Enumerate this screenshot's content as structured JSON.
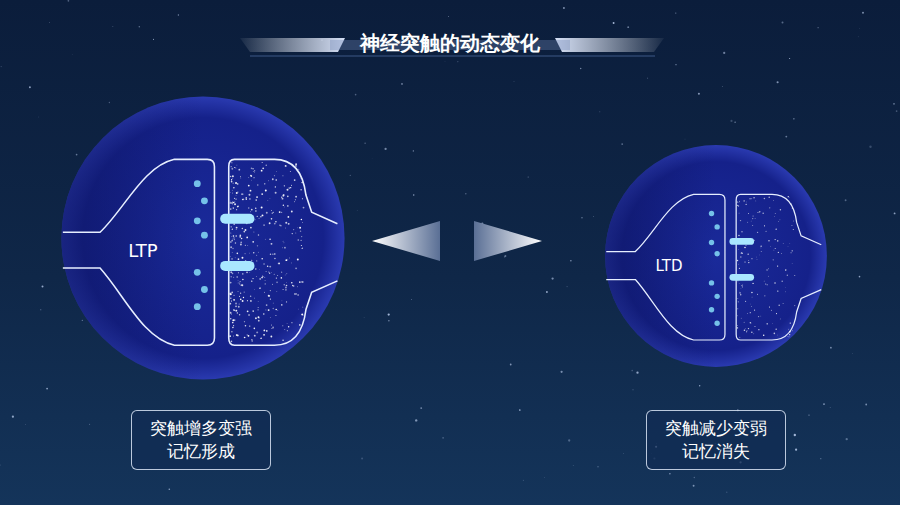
{
  "diagram": {
    "title": "神经突触的动态变化",
    "nodes": [
      {
        "text": [
          "LTP"
        ]
      },
      {
        "text": [
          "LTD"
        ]
      },
      {
        "text": [
          "突触增多变强 记忆形成"
        ]
      },
      {
        "text": [
          "突触减少变弱 记忆消失"
        ]
      }
    ],
    "edges": [
      {
        "from": 0,
        "to": 1,
        "arrow": "both"
      }
    ]
  }
}
